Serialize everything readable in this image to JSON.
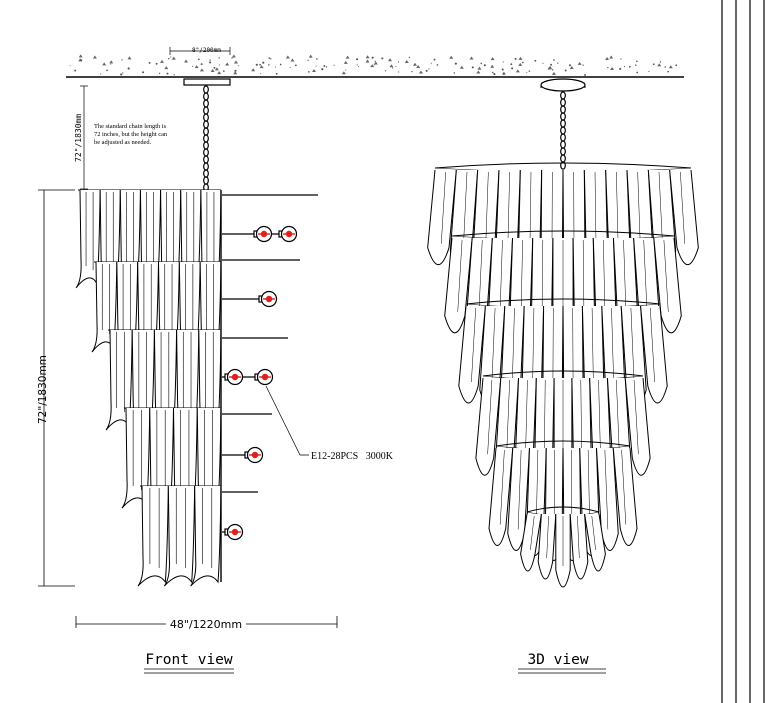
{
  "dimensions": {
    "canopy_width": "8\"/200mm",
    "chain_length": "72\"/1830mm",
    "total_height": "72\"/1830mm",
    "total_width": "48\"/1220mm"
  },
  "notes": {
    "chain_note_lines": [
      "The standard chain length is",
      "72 inches, but the height can",
      "be adjusted as needed."
    ],
    "bulb_spec": "E12-28PCS   3000K"
  },
  "views": {
    "front_label": "Front view",
    "three_d_label": "3D view"
  },
  "colors": {
    "line": "#000000",
    "bulb_accent": "#e0201b"
  }
}
